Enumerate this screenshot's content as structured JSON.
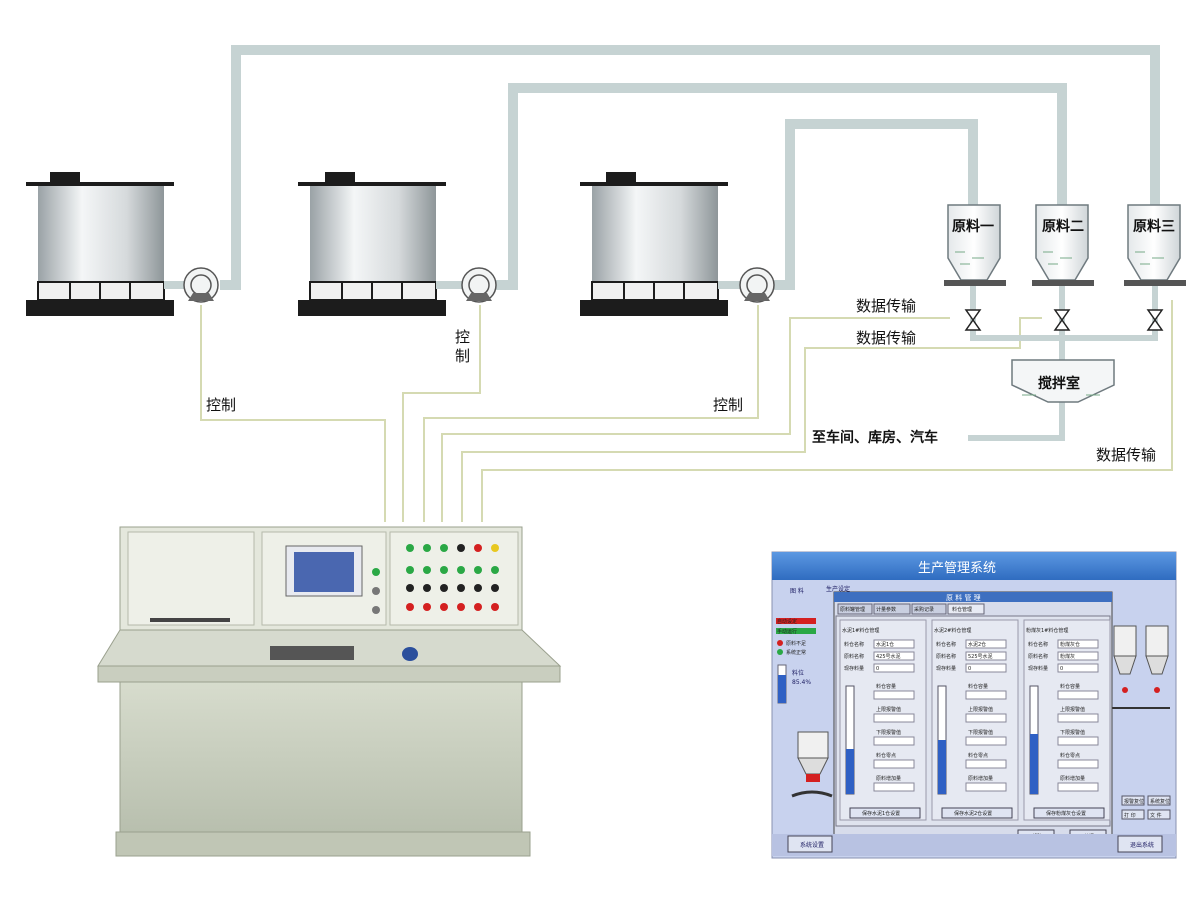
{
  "labels": {
    "material_1": "原料一",
    "material_2": "原料二",
    "material_3": "原料三",
    "mixing_room": "搅拌室",
    "data_transfer_1": "数据传输",
    "data_transfer_2": "数据传输",
    "data_transfer_3": "数据传输",
    "control_left": "控制",
    "control_mid_1": "控",
    "control_mid_2": "制",
    "control_right": "控制",
    "destination": "至车间、库房、汽车"
  },
  "screen": {
    "title": "生产管理系统",
    "dialog_title": "原 料 管 理",
    "tabs": [
      "原料罐管理",
      "计量参数",
      "采购记录",
      "料仓管理"
    ],
    "left_panel_title": "图 料",
    "left_panel_header": "生产设定",
    "status_items": [
      "自动设定",
      "手动运行",
      "原料不足",
      "系统正常"
    ],
    "level_label": "料位",
    "level_value": "85.4%",
    "groups": [
      {
        "title": "水泥1#料仓管理",
        "name_label": "料仓名称",
        "name_value": "水泥1仓",
        "material_label": "原料名称",
        "material_value": "425号水泥",
        "stock_label": "现存料量",
        "stock_value": "0",
        "level_fraction": 0.42,
        "fields": [
          "料仓容量",
          "上限报警值",
          "下限报警值",
          "料仓零点",
          "原料增加量"
        ],
        "save_label": "保存水泥1仓设置"
      },
      {
        "title": "水泥2#料仓管理",
        "name_label": "料仓名称",
        "name_value": "水泥2仓",
        "material_label": "原料名称",
        "material_value": "525号水泥",
        "stock_label": "现存料量",
        "stock_value": "0",
        "level_fraction": 0.5,
        "fields": [
          "料仓容量",
          "上限报警值",
          "下限报警值",
          "料仓零点",
          "原料增加量"
        ],
        "save_label": "保存水泥2仓设置"
      },
      {
        "title": "粉煤灰1#料仓管理",
        "name_label": "料仓名称",
        "name_value": "粉煤灰仓",
        "material_label": "原料名称",
        "material_value": "粉煤灰",
        "stock_label": "现存料量",
        "stock_value": "0",
        "level_fraction": 0.56,
        "fields": [
          "料仓容量",
          "上限报警值",
          "下限报警值",
          "料仓零点",
          "原料增加量"
        ],
        "save_label": "保存粉煤灰仓设置"
      }
    ],
    "help_label": "帮助",
    "close_label": "关闭",
    "bottom_left_btn": "系统设置",
    "bottom_right_btn": "退出系统",
    "side_buttons": [
      "报警复位",
      "系统复位",
      "打 印",
      "文 件"
    ]
  },
  "colors": {
    "pipe": "#c6d3d3",
    "signal_line": "#d8ddb6",
    "screen_title_bg": "#3d7fd0",
    "screen_bg": "#c8d2ee",
    "level_fill": "#2f60c4"
  }
}
